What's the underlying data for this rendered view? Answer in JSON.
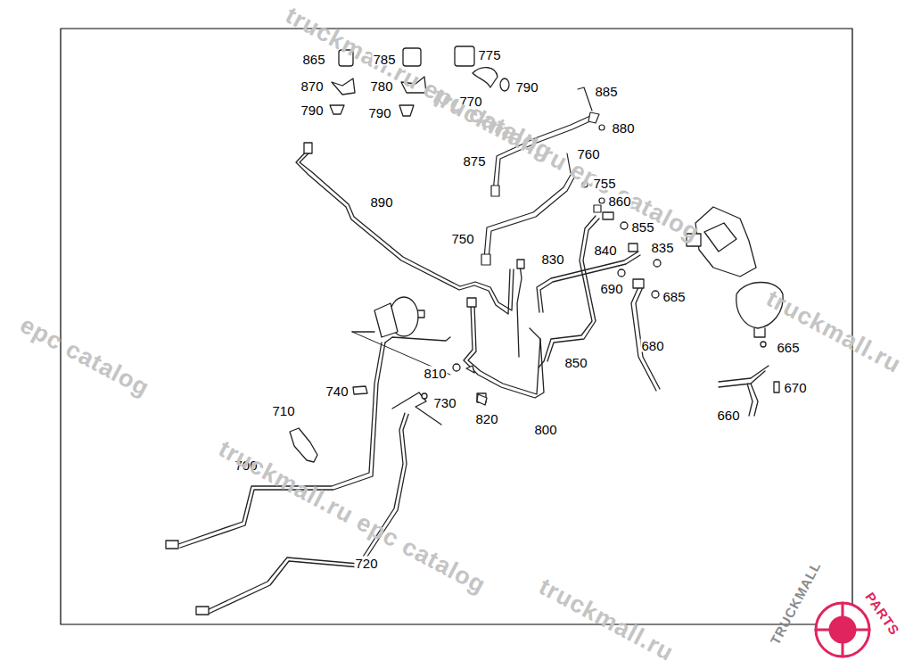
{
  "diagram": {
    "labels": [
      "truckmall.ru epc catalog",
      "865",
      "785",
      "775",
      "870",
      "780",
      "770",
      "790",
      "790",
      "790",
      "truckmall.ru epc catalog",
      "885",
      "880",
      "875",
      "760",
      "890",
      "755",
      "860",
      "855",
      "750",
      "840",
      "835",
      "830",
      "690",
      "685",
      "epc catalog",
      "truckmall.ru",
      "680",
      "665",
      "850",
      "810",
      "740",
      "730",
      "670",
      "710",
      "660",
      "820",
      "800",
      "700",
      "truckmall.ru epc catalog",
      "720",
      "truckmall.ru",
      "TRUCKMALL",
      "PARTS"
    ]
  }
}
